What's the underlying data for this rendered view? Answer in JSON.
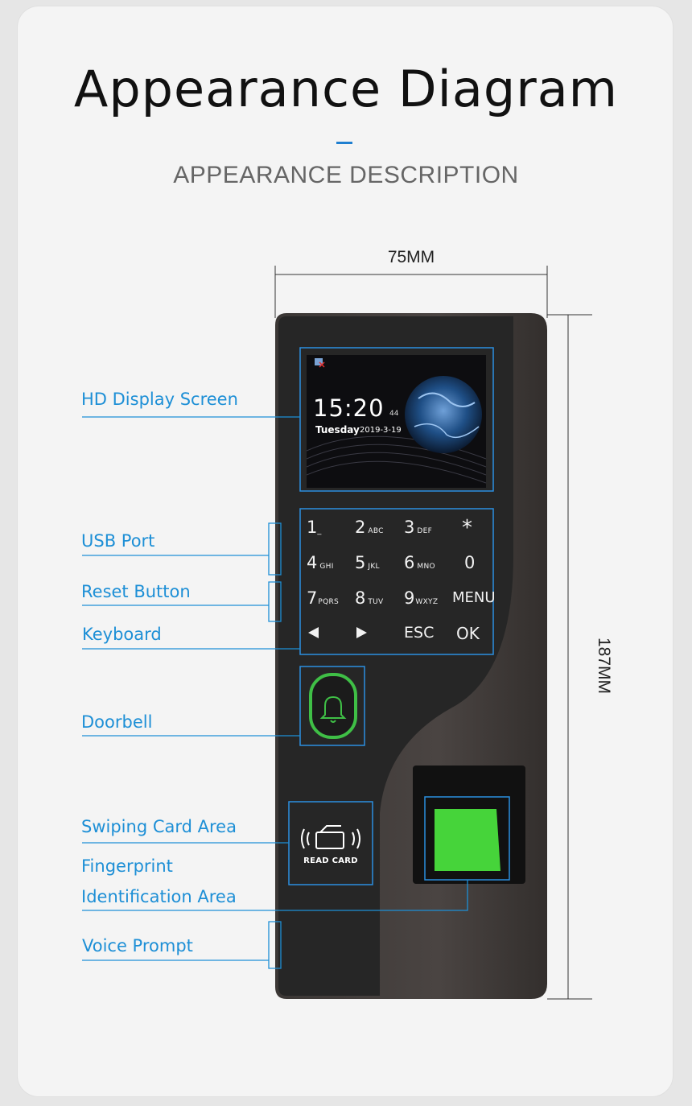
{
  "header": {
    "title": "Appearance Diagram",
    "subtitle": "APPEARANCE DESCRIPTION"
  },
  "dimensions": {
    "width": "75MM",
    "height": "187MM"
  },
  "labels": {
    "hd_display": "HD Display Screen",
    "usb_port": "USB Port",
    "reset_button": "Reset Button",
    "keyboard": "Keyboard",
    "doorbell": "Doorbell",
    "swiping_card": "Swiping Card Area",
    "fingerprint_line1": "Fingerprint",
    "fingerprint_line2": "Identification Area",
    "voice_prompt": "Voice Prompt"
  },
  "screen": {
    "time": "15:20",
    "seconds": "44",
    "weekday": "Tuesday",
    "date": "2019-3-19"
  },
  "keypad": {
    "k1": "1",
    "k1_sub": "",
    "k2": "2",
    "k2_sub": "ABC",
    "k3": "3",
    "k3_sub": "DEF",
    "kstar": "*",
    "k4": "4",
    "k4_sub": "GHI",
    "k5": "5",
    "k5_sub": "JKL",
    "k6": "6",
    "k6_sub": "MNO",
    "k0": "0",
    "k7": "7",
    "k7_sub": "PQRS",
    "k8": "8",
    "k8_sub": "TUV",
    "k9": "9",
    "k9_sub": "WXYZ",
    "kmenu": "MENU",
    "kesc": "ESC",
    "kok": "OK"
  },
  "card_reader": {
    "label": "READ CARD"
  },
  "colors": {
    "accent": "#1d8fd6",
    "device_body": "#3a3634",
    "device_panel": "#262626",
    "fingerprint_sensor": "#46d43a",
    "doorbell_ring": "#3fbf46"
  }
}
